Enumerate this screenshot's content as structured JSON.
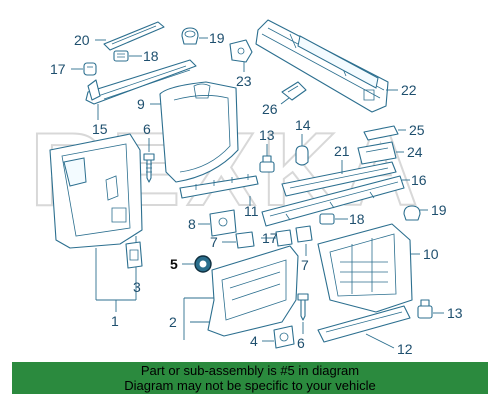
{
  "watermark": "REXKA",
  "callouts": {
    "c1": "1",
    "c2": "2",
    "c3": "3",
    "c4": "4",
    "c5": "5",
    "c6a": "6",
    "c6b": "6",
    "c7a": "7",
    "c7b": "7",
    "c8": "8",
    "c9": "9",
    "c10": "10",
    "c11": "11",
    "c12": "12",
    "c13a": "13",
    "c13b": "13",
    "c14": "14",
    "c15": "15",
    "c16": "16",
    "c17a": "17",
    "c17b": "17",
    "c18a": "18",
    "c18b": "18",
    "c19a": "19",
    "c19b": "19",
    "c20": "20",
    "c21": "21",
    "c22": "22",
    "c23": "23",
    "c24": "24",
    "c25": "25",
    "c26": "26"
  },
  "footer": {
    "line1": "Part or sub-assembly is #5 in diagram",
    "line2": "Diagram may not be specific to your vehicle"
  },
  "colors": {
    "line": "#2c6f8f",
    "footer_bg": "#2b8a3e",
    "highlight_part": "#2a6e8c"
  }
}
